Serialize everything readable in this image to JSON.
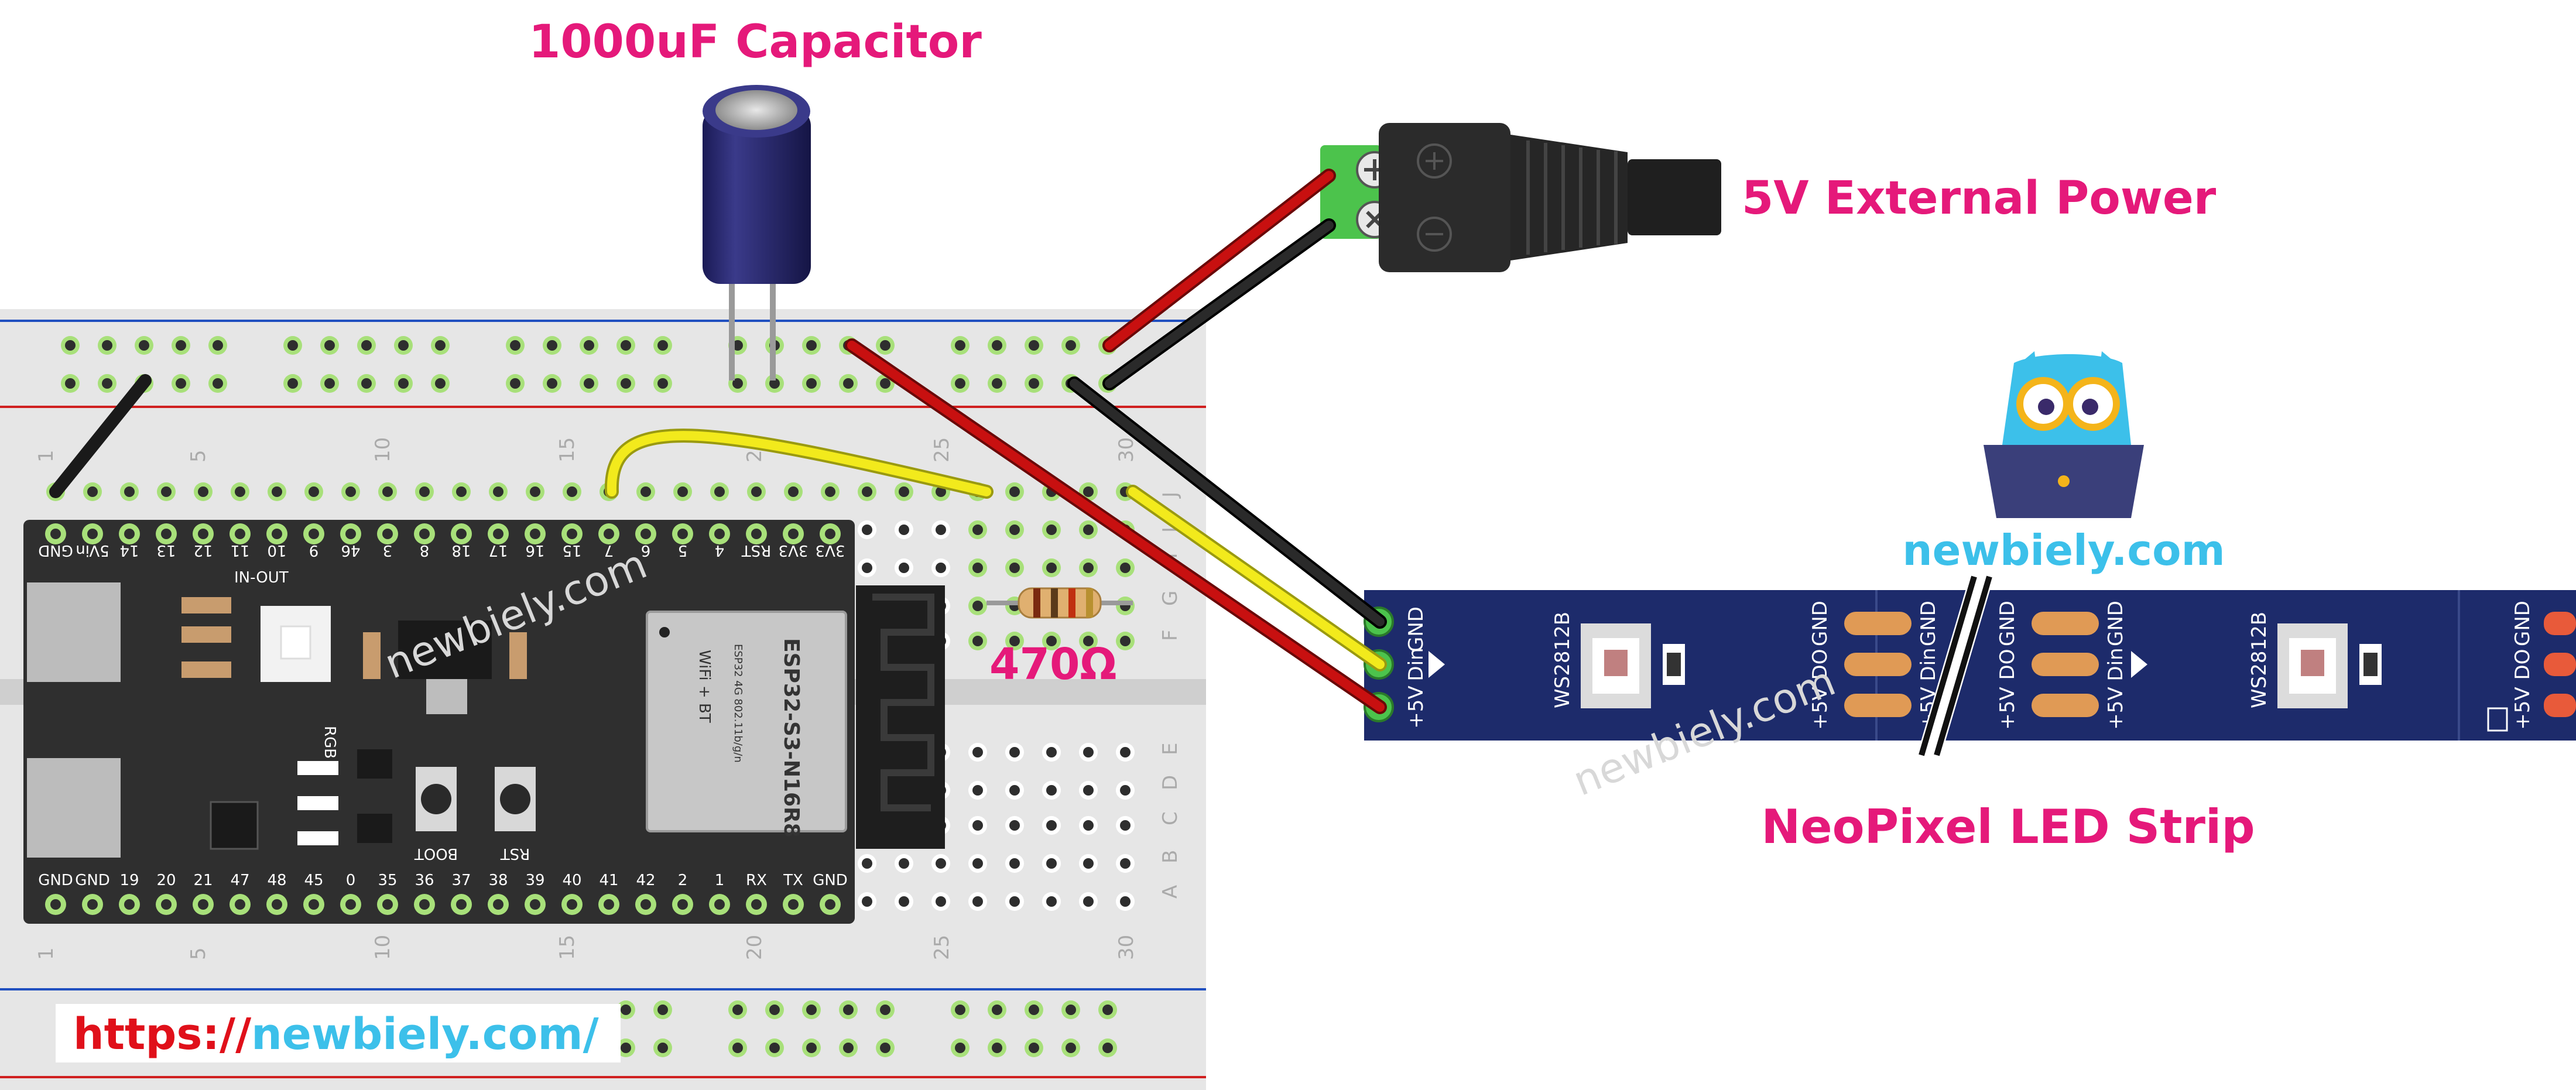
{
  "labels": {
    "capacitor": "1000uF Capacitor",
    "power": "5V External Power",
    "resistor": "470Ω",
    "strip": "NeoPixel LED Strip",
    "logo_text": "newbiely.com",
    "url_https": "https://",
    "url_domain": "newbiely.com/"
  },
  "watermark": "newbiely.com",
  "esp32": {
    "module_name": "ESP32-S3-N16R8",
    "module_sub": "ESP32 4G 802.11b/g/n",
    "wifi": "WiFi + BT",
    "rgb": "RGB",
    "in_out": "IN-OUT",
    "boot": "BOOT",
    "rst": "RST",
    "top_pins": [
      "GND",
      "5Vin",
      "14",
      "13",
      "12",
      "11",
      "10",
      "9",
      "46",
      "3",
      "8",
      "18",
      "17",
      "16",
      "15",
      "7",
      "6",
      "5",
      "4",
      "RST",
      "3V3",
      "3V3"
    ],
    "bottom_pins": [
      "GND",
      "GND",
      "19",
      "20",
      "21",
      "47",
      "48",
      "45",
      "0",
      "35",
      "36",
      "37",
      "38",
      "39",
      "40",
      "41",
      "42",
      "2",
      "1",
      "RX",
      "TX",
      "GND"
    ]
  },
  "led_strip": {
    "chip": "WS2812B",
    "pins": [
      "GND",
      "Din",
      "+5V"
    ],
    "out_pins": [
      "GND",
      "DO",
      "+5V"
    ]
  },
  "breadboard": {
    "column_numbers": [
      "1",
      "5",
      "10",
      "15",
      "20",
      "25",
      "30"
    ],
    "row_letters_top": [
      "J",
      "I",
      "H",
      "G",
      "F"
    ],
    "row_letters_bottom": [
      "E",
      "D",
      "C",
      "B",
      "A"
    ]
  },
  "colors": {
    "accent_magenta": "#e5197a",
    "accent_cyan": "#3cc0ea",
    "wire_red": "#c81010",
    "wire_black": "#1a1a1a",
    "wire_yellow": "#f2ea1c",
    "board": "#2f2f2f",
    "strip": "#1d2b6b"
  }
}
